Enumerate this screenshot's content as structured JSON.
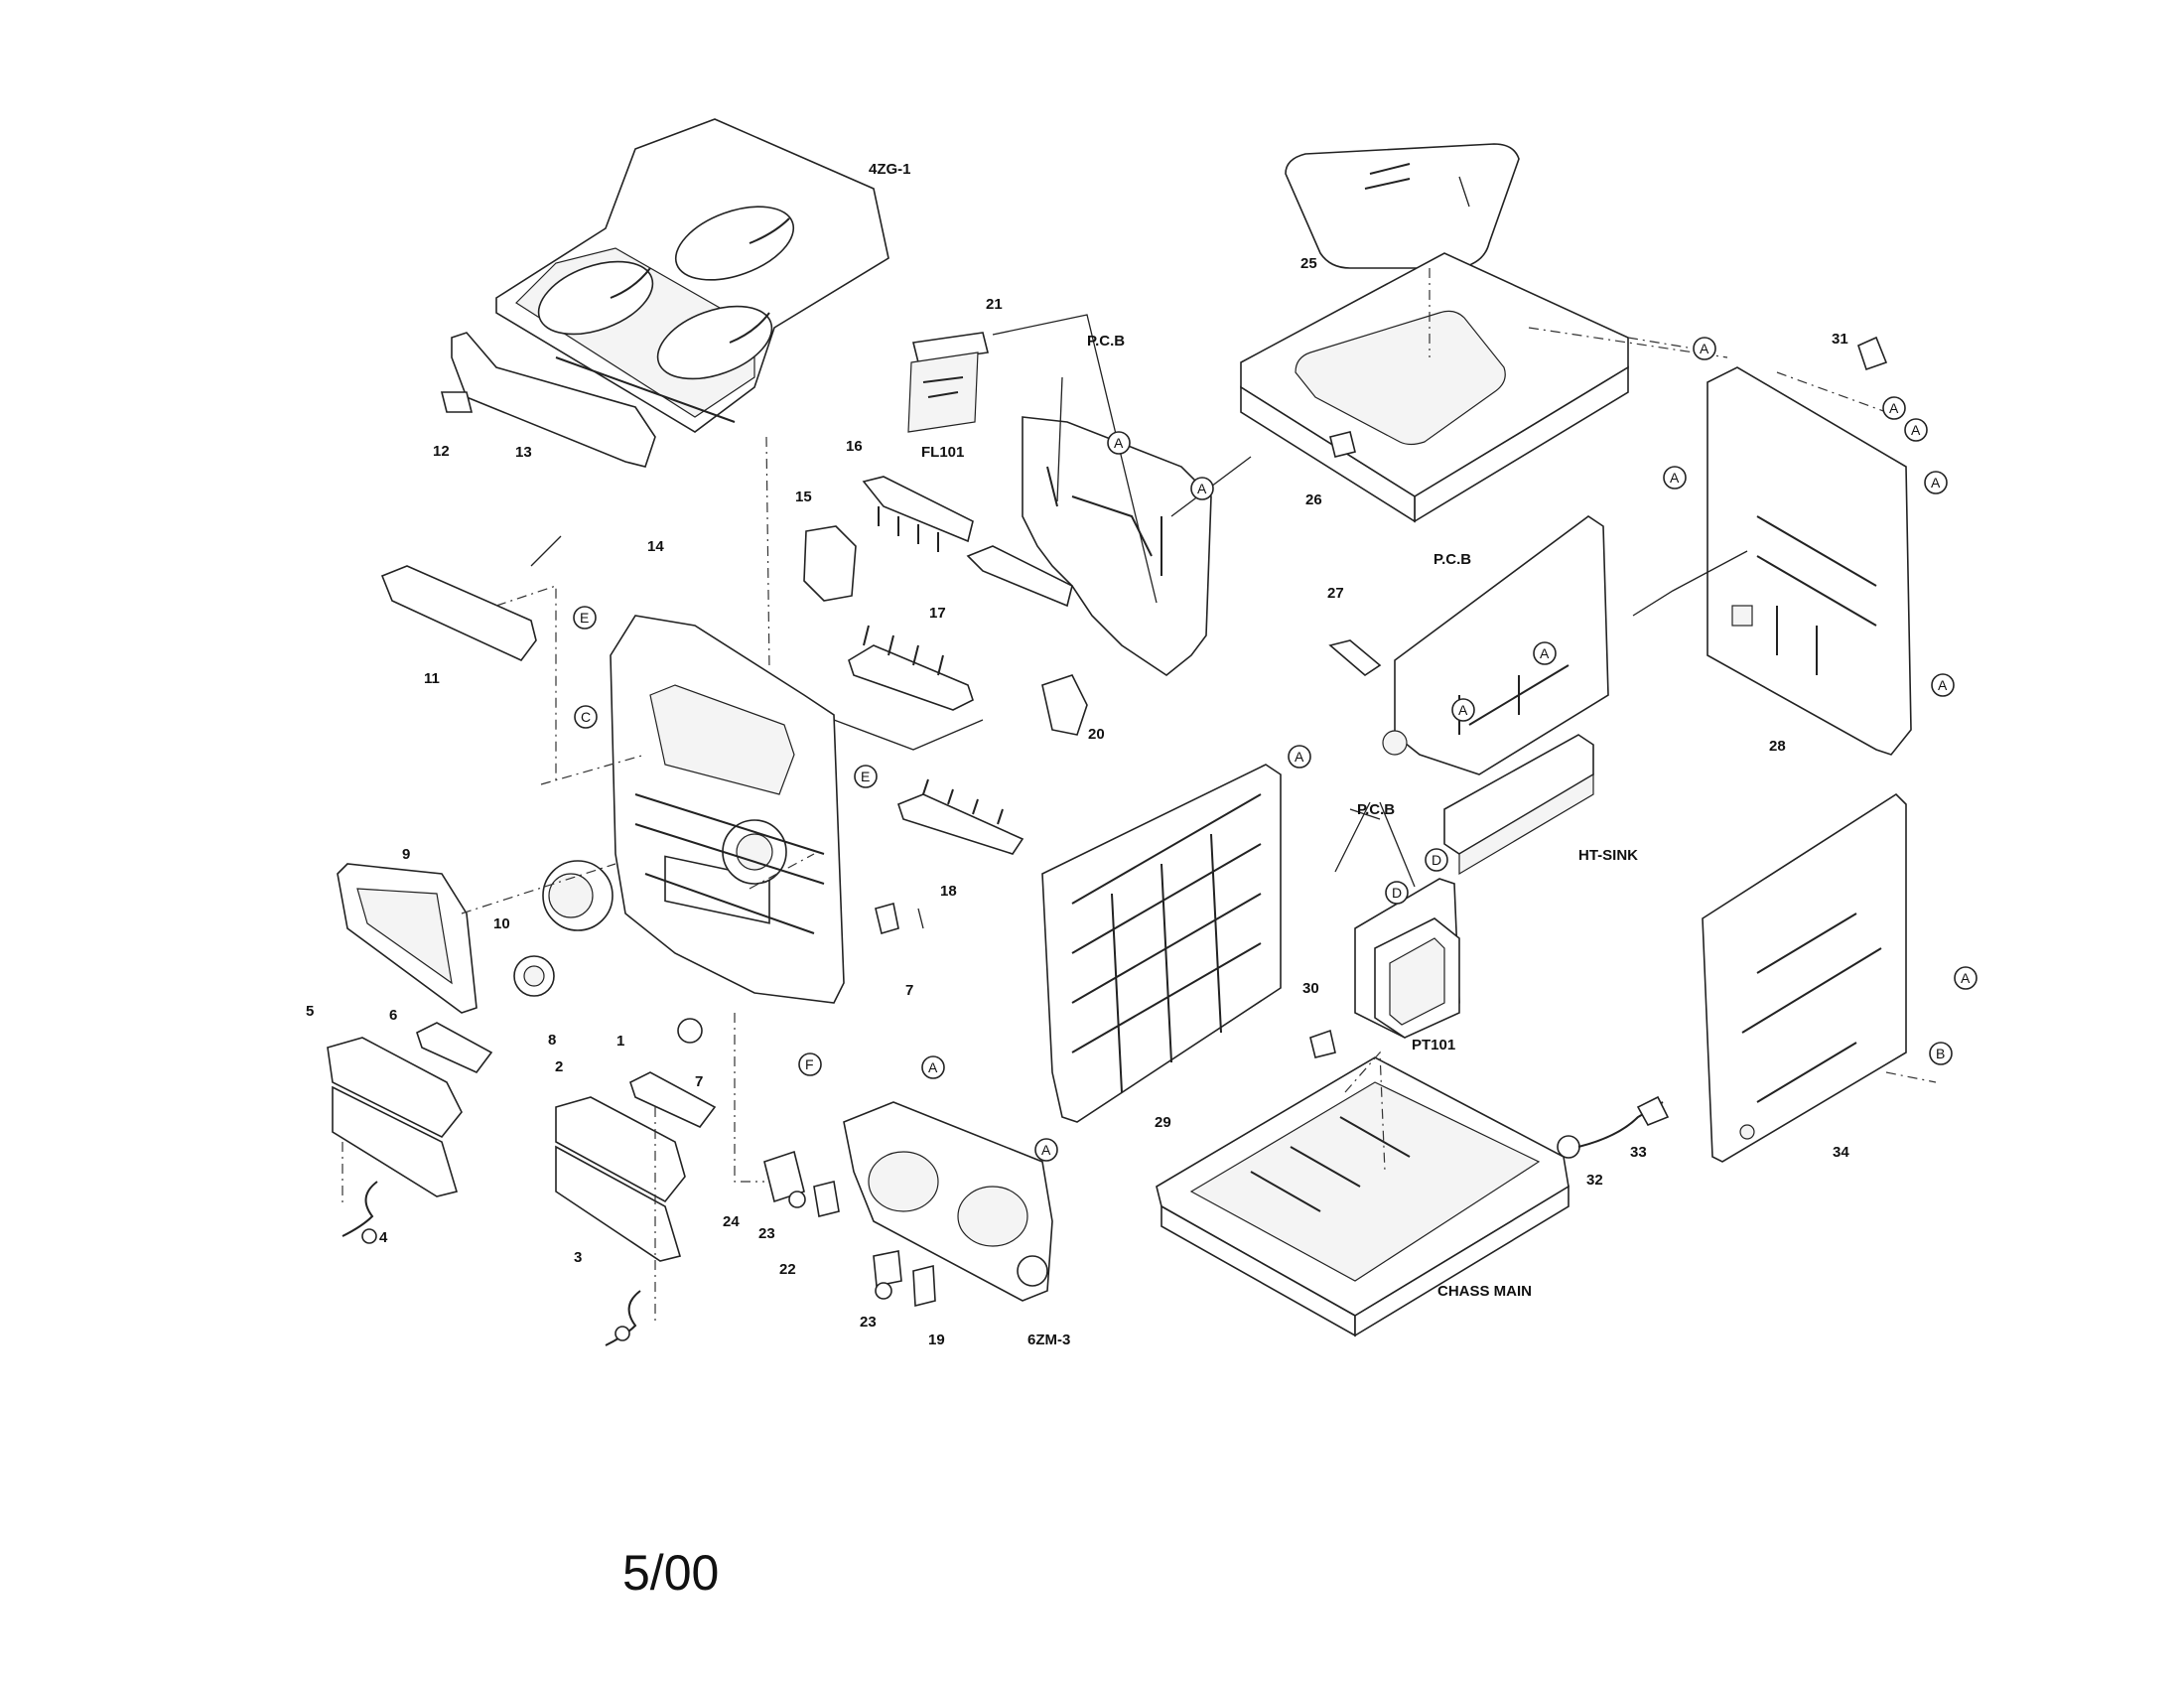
{
  "diagram": {
    "part_labels": {
      "p1": "1",
      "p2": "2",
      "p3": "3",
      "p4": "4",
      "p5": "5",
      "p6": "6",
      "p7a": "7",
      "p7b": "7",
      "p8": "8",
      "p9": "9",
      "p10": "10",
      "p11": "11",
      "p12": "12",
      "p13": "13",
      "p14": "14",
      "p15": "15",
      "p16": "16",
      "p17": "17",
      "p18": "18",
      "p19": "19",
      "p20": "20",
      "p21": "21",
      "p22": "22",
      "p23a": "23",
      "p23b": "23",
      "p24": "24",
      "p25": "25",
      "p26": "26",
      "p27": "27",
      "p28": "28",
      "p29": "29",
      "p30": "30",
      "p31": "31",
      "p32": "32",
      "p33": "33",
      "p34": "34"
    },
    "assembly_labels": {
      "cd_changer": "4ZG-1",
      "display": "FL101",
      "pcb_top": "P.C.B",
      "pcb_mid": "P.C.B",
      "pcb_power": "P.C.B",
      "heat_sink": "HT-SINK",
      "transformer": "PT101",
      "chassis": "CHASS MAIN",
      "cassette_mech": "6ZM-3"
    },
    "reference_markers": {
      "A": "A",
      "B": "B",
      "C": "C",
      "D": "D",
      "E": "E",
      "F": "F"
    }
  },
  "footer": {
    "date_code": "5/00"
  }
}
